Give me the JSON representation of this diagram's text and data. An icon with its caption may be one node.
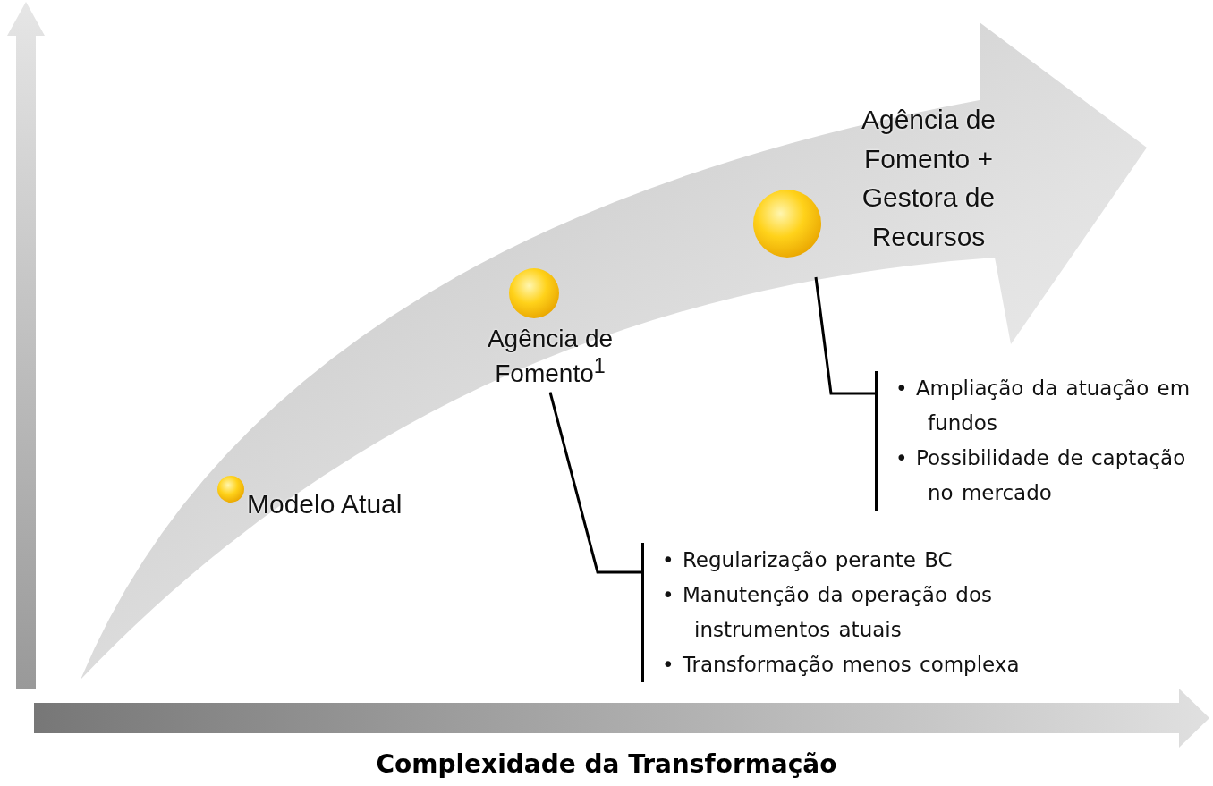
{
  "diagram": {
    "caption": "Complexidade da Transformação",
    "nodes": [
      {
        "text": [
          "Modelo Atual"
        ]
      },
      {
        "text": [
          "Agência de Fomento$^{1}$"
        ]
      },
      {
        "text": [
          "Agência de Fomento + Gestora de Recursos"
        ]
      },
      {
        "text": [
          "• Regularização perante BC",
          "• Manutenção da operação dos instrumentos atuais",
          "• Transformação menos complexa"
        ]
      },
      {
        "text": [
          "• Ampliação da atuação em fundos",
          "• Possibilidade de captação no mercado"
        ]
      }
    ],
    "edges": [
      {
        "from": 1,
        "to": 3,
        "arrow": "none"
      },
      {
        "from": 2,
        "to": 4,
        "arrow": "none"
      }
    ]
  }
}
